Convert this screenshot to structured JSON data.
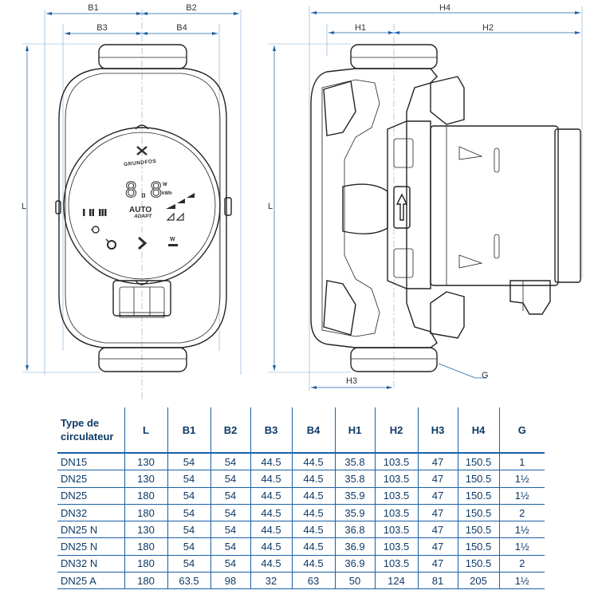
{
  "dimensions": {
    "front": {
      "b1": "B1",
      "b2": "B2",
      "b3": "B3",
      "b4": "B4",
      "l": "L"
    },
    "side": {
      "h4": "H4",
      "h1": "H1",
      "h2": "H2",
      "h3": "H3",
      "l": "L",
      "g": "G"
    }
  },
  "panel": {
    "brand": "GRUNDFOS",
    "display": "8.8",
    "unit_power": "W",
    "unit_energy": "kWh",
    "mode_line1": "AUTO",
    "mode_line2": "ADAPT"
  },
  "table": {
    "headers": [
      "Type de circulateur",
      "L",
      "B1",
      "B2",
      "B3",
      "B4",
      "H1",
      "H2",
      "H3",
      "H4",
      "G"
    ],
    "rows": [
      [
        "DN15",
        "130",
        "54",
        "54",
        "44.5",
        "44.5",
        "35.8",
        "103.5",
        "47",
        "150.5",
        "1"
      ],
      [
        "DN25",
        "130",
        "54",
        "54",
        "44.5",
        "44.5",
        "35.8",
        "103.5",
        "47",
        "150.5",
        "1½"
      ],
      [
        "DN25",
        "180",
        "54",
        "54",
        "44.5",
        "44.5",
        "35.9",
        "103.5",
        "47",
        "150.5",
        "1½"
      ],
      [
        "DN32",
        "180",
        "54",
        "54",
        "44.5",
        "44.5",
        "35.9",
        "103.5",
        "47",
        "150.5",
        "2"
      ],
      [
        "DN25 N",
        "130",
        "54",
        "54",
        "44.5",
        "44.5",
        "36.8",
        "103.5",
        "47",
        "150.5",
        "1½"
      ],
      [
        "DN25 N",
        "180",
        "54",
        "54",
        "44.5",
        "44.5",
        "36.9",
        "103.5",
        "47",
        "150.5",
        "1½"
      ],
      [
        "DN32 N",
        "180",
        "54",
        "54",
        "44.5",
        "44.5",
        "36.9",
        "103.5",
        "47",
        "150.5",
        "2"
      ],
      [
        "DN25 A",
        "180",
        "63.5",
        "98",
        "32",
        "63",
        "50",
        "124",
        "81",
        "205",
        "1½"
      ]
    ]
  }
}
